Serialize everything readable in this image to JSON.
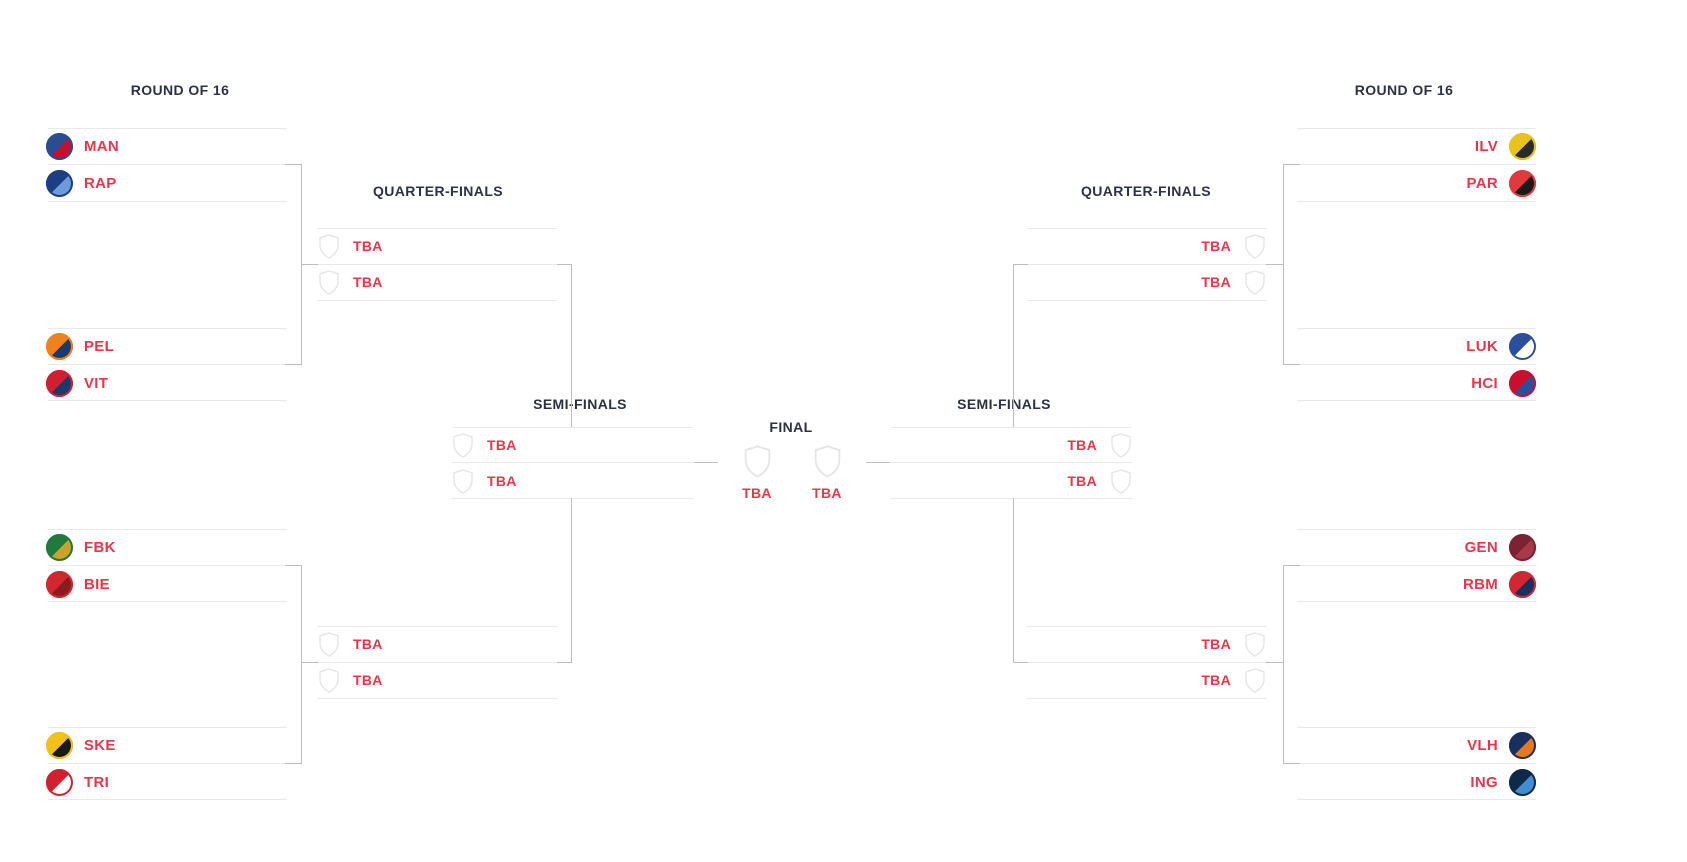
{
  "colors": {
    "accent_red": "#e8354a",
    "header_text": "#2b3245",
    "divider": "#e9e9e9",
    "connector": "#bdbdbd",
    "shield_outline": "#e3e5e8",
    "background": "#ffffff"
  },
  "labels": {
    "round_of_16": "ROUND OF 16",
    "quarter_finals": "QUARTER-FINALS",
    "semi_finals": "SEMI-FINALS",
    "final": "FINAL",
    "tba": "TBA"
  },
  "left_teams": [
    {
      "code": "MAN",
      "logo": "eagle-crest",
      "logo_colors": [
        "#2a4d8f",
        "#c8102e"
      ]
    },
    {
      "code": "RAP",
      "logo": "round-blue-crest",
      "logo_colors": [
        "#1b3f85",
        "#6e9bd8"
      ]
    },
    {
      "code": "PEL",
      "logo": "orange-bird-crest",
      "logo_colors": [
        "#f0811f",
        "#1b3a6b"
      ]
    },
    {
      "code": "VIT",
      "logo": "red-blue-round-crest",
      "logo_colors": [
        "#d01f31",
        "#1b3a6b"
      ]
    },
    {
      "code": "FBK",
      "logo": "green-gold-crest",
      "logo_colors": [
        "#1f7a3d",
        "#c9a227"
      ]
    },
    {
      "code": "BIE",
      "logo": "red-axes-crest",
      "logo_colors": [
        "#d22730",
        "#8a1b20"
      ]
    },
    {
      "code": "SKE",
      "logo": "yellow-black-crest",
      "logo_colors": [
        "#f2c21a",
        "#1a1a1a"
      ]
    },
    {
      "code": "TRI",
      "logo": "red-dragon-ring-crest",
      "logo_colors": [
        "#d0212f",
        "#ffffff"
      ]
    }
  ],
  "right_teams": [
    {
      "code": "ILV",
      "logo": "yellow-lynx-crest",
      "logo_colors": [
        "#e8c31e",
        "#2b2b2b"
      ]
    },
    {
      "code": "PAR",
      "logo": "red-d-lightning-crest",
      "logo_colors": [
        "#e03a3e",
        "#1a1a1a"
      ]
    },
    {
      "code": "LUK",
      "logo": "blue-laurel-crest",
      "logo_colors": [
        "#2a4f9e",
        "#ffffff"
      ]
    },
    {
      "code": "HCI",
      "logo": "red-blue-round-crest",
      "logo_colors": [
        "#c8102e",
        "#2a4f9e"
      ]
    },
    {
      "code": "GEN",
      "logo": "maroon-round-crest",
      "logo_colors": [
        "#7c2230",
        "#a8394a"
      ]
    },
    {
      "code": "RBM",
      "logo": "redbull-crest",
      "logo_colors": [
        "#d22730",
        "#1b2f5e"
      ]
    },
    {
      "code": "VLH",
      "logo": "navy-orange-round-crest",
      "logo_colors": [
        "#1b2f5e",
        "#e87722"
      ]
    },
    {
      "code": "ING",
      "logo": "navy-diamond-crest",
      "logo_colors": [
        "#10284a",
        "#3e8ed0"
      ]
    }
  ]
}
